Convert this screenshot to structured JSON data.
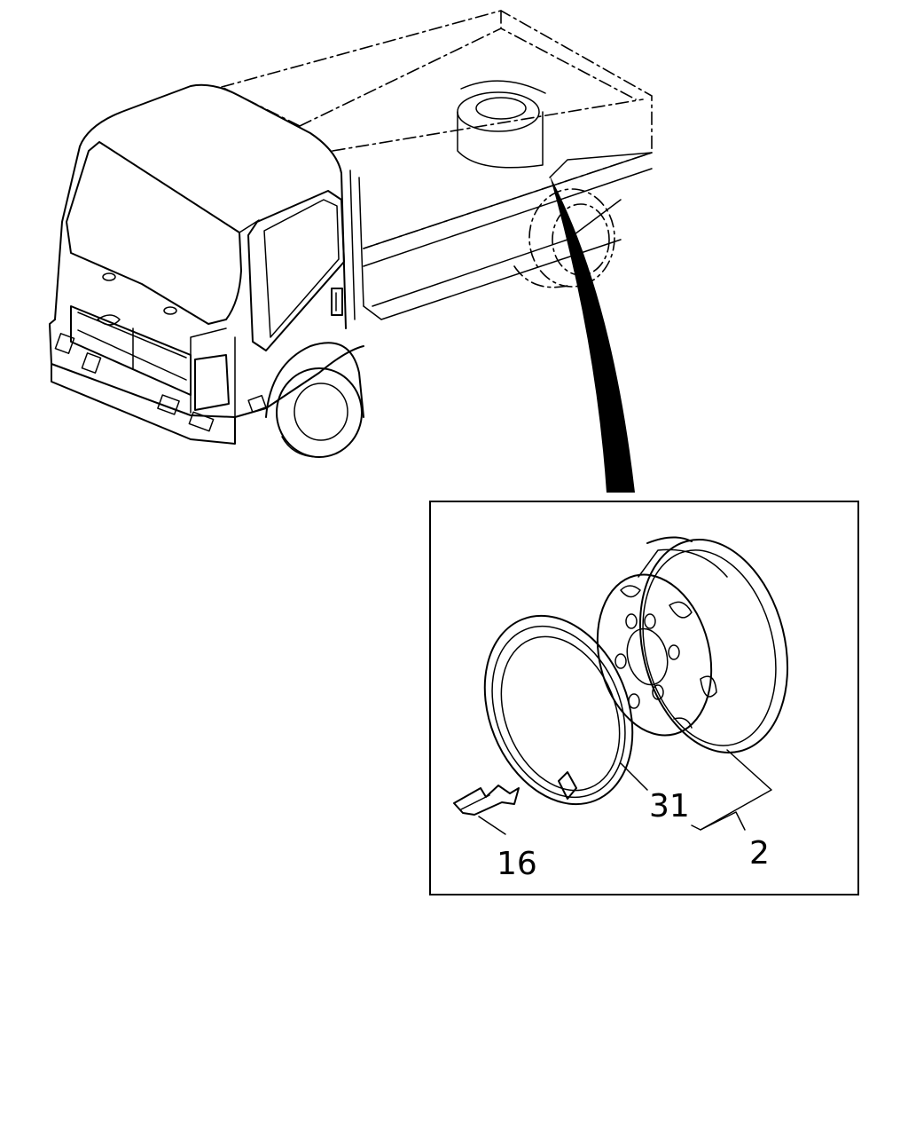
{
  "diagram": {
    "callouts": [
      {
        "id": "wheel-disc",
        "label": "2"
      },
      {
        "id": "side-ring",
        "label": "31"
      },
      {
        "id": "clip",
        "label": "16"
      }
    ]
  },
  "colors": {
    "line": "#000000",
    "background": "#ffffff"
  }
}
